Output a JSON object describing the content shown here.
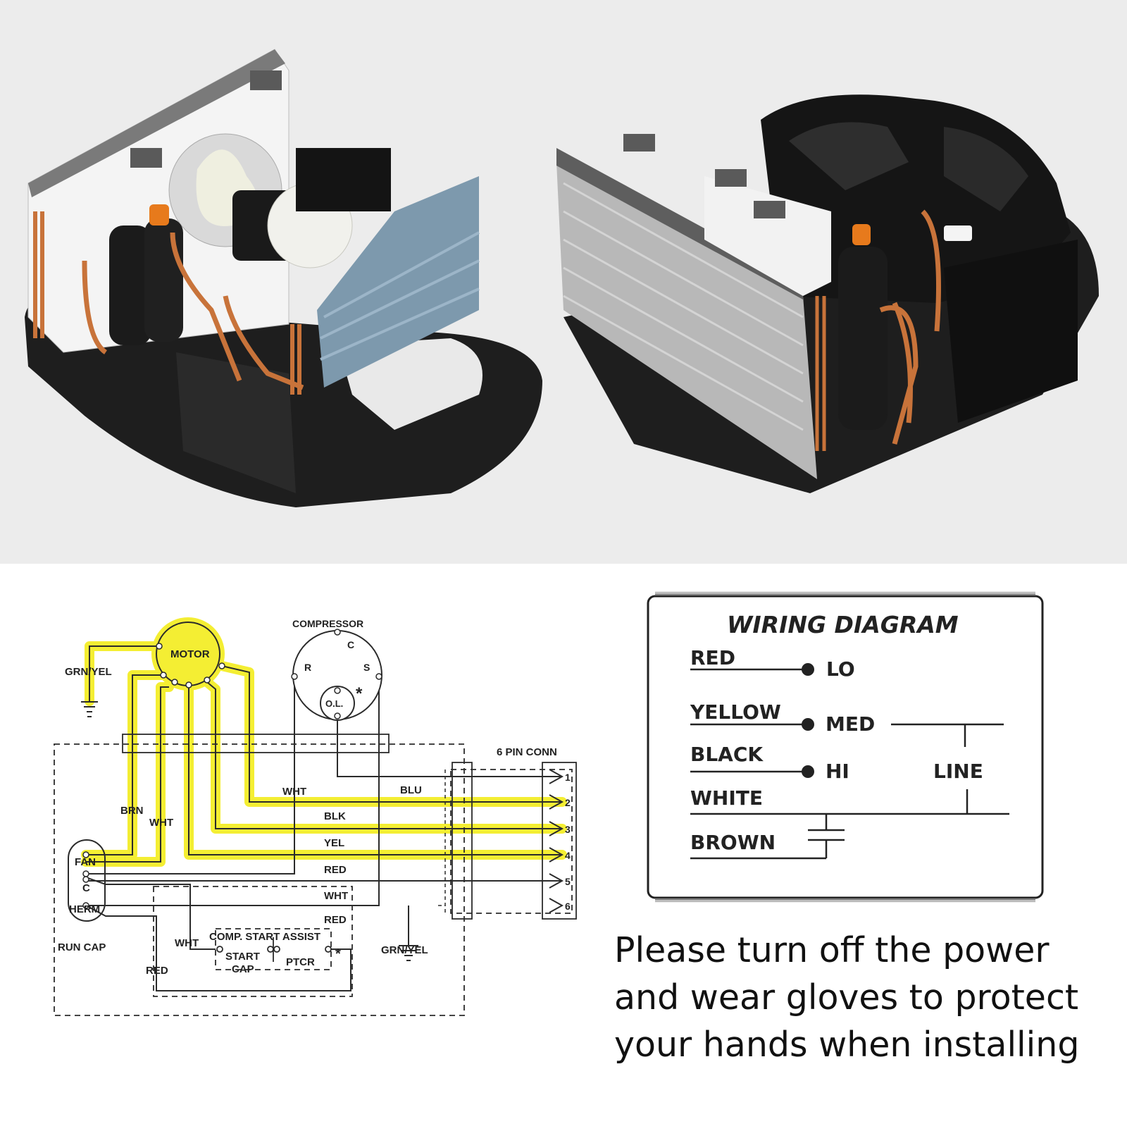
{
  "colors": {
    "highlight": "#f4ee33",
    "wire": "#2b2b2b",
    "photo_bg": "#ececec",
    "copper": "#c8733a",
    "housing": "#1e1e1e"
  },
  "schematic": {
    "motor": "MOTOR",
    "compressor": "COMPRESSOR",
    "terminal_c": "C",
    "terminal_r": "R",
    "terminal_s": "S",
    "overload": "O.L.",
    "asterisk": "*",
    "grn_yel_top": "GRN/YEL",
    "grn_yel_bottom": "GRN/YEL",
    "brn": "BRN",
    "wht_left": "WHT",
    "wht_mid": "WHT",
    "blu": "BLU",
    "blk": "BLK",
    "yel": "YEL",
    "red_line": "RED",
    "wht_line": "WHT",
    "red_bottom": "RED",
    "fan": "FAN",
    "cap_c": "C",
    "herm": "HERM",
    "run_cap": "RUN CAP",
    "wht_lower": "WHT",
    "red_lower": "RED",
    "comp_start_assist": "COMP. START ASSIST",
    "start": "START",
    "cap": "CAP",
    "ptcr": "PTCR",
    "connector_title": "6 PIN CONN",
    "pins": [
      "1",
      "2",
      "3",
      "4",
      "5",
      "6"
    ]
  },
  "wiring_card": {
    "title": "WIRING DIAGRAM",
    "red": "RED",
    "lo": "LO",
    "yellow": "YELLOW",
    "med": "MED",
    "black": "BLACK",
    "hi": "HI",
    "line": "LINE",
    "white": "WHITE",
    "brown": "BROWN"
  },
  "warning": {
    "line1": "Please turn off the power",
    "line2": "and wear gloves to protect",
    "line3": "your hands when installing"
  }
}
